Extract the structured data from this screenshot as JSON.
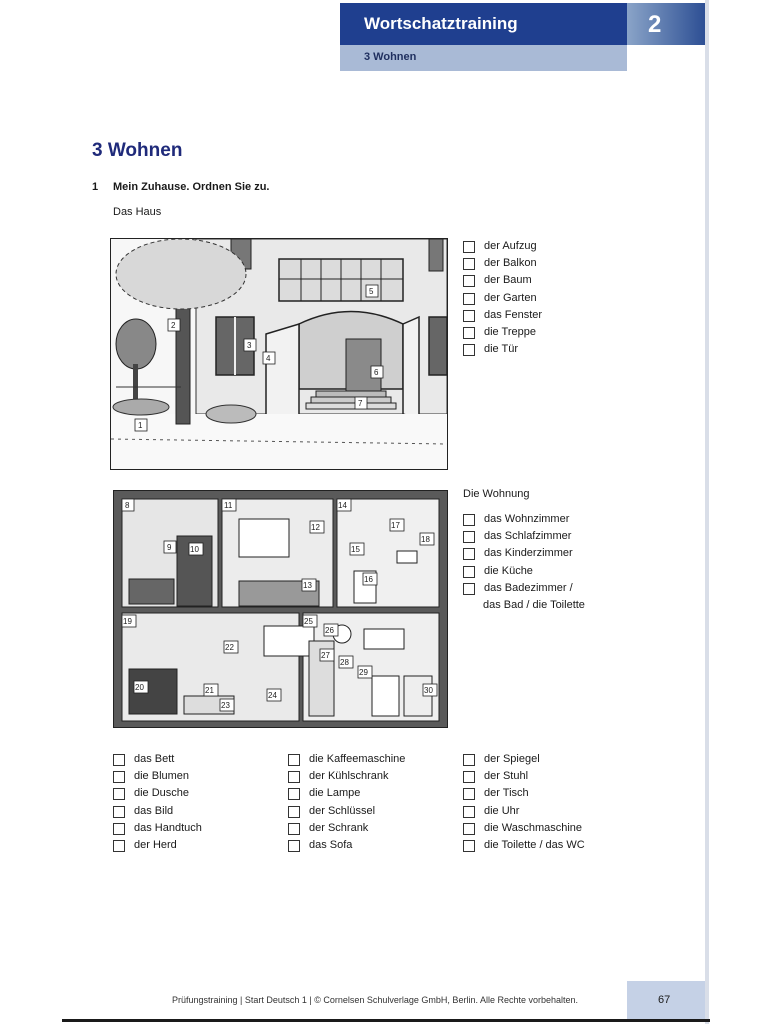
{
  "header": {
    "section": "Wortschatztraining",
    "chapter_number": "2",
    "subsection": "3 Wohnen"
  },
  "page_title": "3 Wohnen",
  "exercise": {
    "number": "1",
    "title": "Mein Zuhause. Ordnen Sie zu.",
    "house_label": "Das Haus",
    "apartment_label": "Die Wohnung"
  },
  "house_items": [
    "der Aufzug",
    "der Balkon",
    "der Baum",
    "der Garten",
    "das Fenster",
    "die Treppe",
    "die Tür"
  ],
  "house_markers": [
    "1",
    "2",
    "3",
    "4",
    "5",
    "6",
    "7"
  ],
  "room_items": [
    "das Wohnzimmer",
    "das Schlafzimmer",
    "das Kinderzimmer",
    "die Küche",
    "das Badezimmer /"
  ],
  "room_items_continuation": "das Bad / die Toilette",
  "apartment_markers": [
    "8",
    "9",
    "10",
    "11",
    "12",
    "13",
    "14",
    "15",
    "16",
    "17",
    "18",
    "19",
    "20",
    "21",
    "22",
    "23",
    "24",
    "25",
    "26",
    "27",
    "28",
    "29",
    "30"
  ],
  "vocab_col1": [
    "das Bett",
    "die Blumen",
    "die Dusche",
    "das Bild",
    "das Handtuch",
    "der Herd"
  ],
  "vocab_col2": [
    "die Kaffeemaschine",
    "der Kühlschrank",
    "die Lampe",
    "der Schlüssel",
    "der Schrank",
    "das Sofa"
  ],
  "vocab_col3": [
    "der Spiegel",
    "der Stuhl",
    "der Tisch",
    "die Uhr",
    "die Waschmaschine",
    "die Toilette / das WC"
  ],
  "footer": {
    "text": "Prüfungstraining  |  Start Deutsch 1  |  © Cornelsen Schulverlage GmbH, Berlin. Alle Rechte vorbehalten.",
    "page_number": "67"
  },
  "colors": {
    "header_blue": "#1f3f8f",
    "subheader_blue": "#a9bad6",
    "title_blue": "#1f2a7a"
  }
}
